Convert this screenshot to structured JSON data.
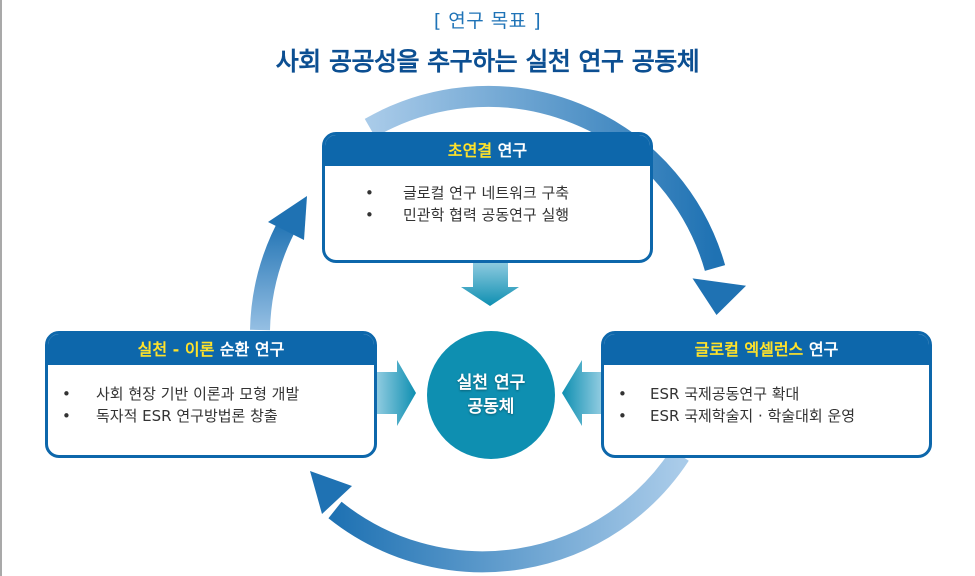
{
  "header": {
    "subtitle": "[ 연구 목표 ]",
    "title": "사회 공공성을 추구하는 실천 연구 공동체"
  },
  "center": {
    "line1": "실천 연구",
    "line2": "공동체"
  },
  "boxes": {
    "top": {
      "highlight": "초연결",
      "rest": " 연구",
      "items": [
        "글로컬 연구 네트워크 구축",
        "민관학 협력 공동연구 실행"
      ]
    },
    "left": {
      "highlight": "실천 - 이론",
      "rest": " 순환 연구",
      "items": [
        "사회 현장 기반 이론과 모형 개발",
        "독자적 ESR 연구방법론 창출"
      ]
    },
    "right": {
      "highlight": "글로컬 엑셀런스",
      "rest": " 연구",
      "items": [
        "ESR 국제공동연구 확대",
        "ESR 국제학술지 · 학술대회 운영"
      ]
    }
  },
  "bullet": "•",
  "colors": {
    "box_blue": "#0d67ab",
    "highlight_yellow": "#ffe22a",
    "center_teal": "#0e8fb1",
    "title_navy": "#0c4f92",
    "subtitle_blue": "#1f73b7"
  }
}
